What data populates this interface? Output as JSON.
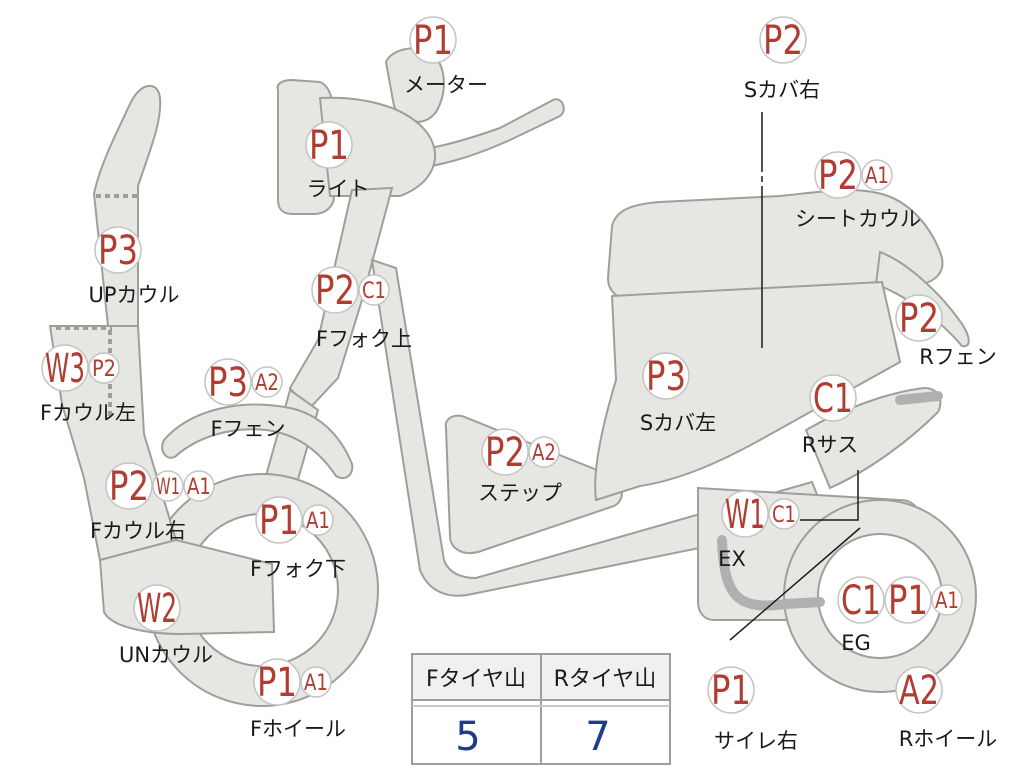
{
  "colors": {
    "part_fill": "#e6e6e2",
    "part_stroke": "#9e9e9a",
    "badge_text": "#b03c32",
    "badge_stroke": "#c4c4c4",
    "label_text": "#1a1a1a",
    "tire_value": "#1f3c8c",
    "exhaust": "#b0b0b0"
  },
  "parts": [
    {
      "label": "メーター",
      "badges": [
        "P1"
      ]
    },
    {
      "label": "ライト",
      "badges": [
        "P1"
      ]
    },
    {
      "label": "Sカバ右",
      "badges": [
        "P2"
      ]
    },
    {
      "label": "シートカウル",
      "badges": [
        "P2",
        "A1"
      ]
    },
    {
      "label": "UPカウル",
      "badges": [
        "P3"
      ]
    },
    {
      "label": "Fフォク上",
      "badges": [
        "P2",
        "C1"
      ]
    },
    {
      "label": "Rフェン",
      "badges": [
        "P2"
      ]
    },
    {
      "label": "Fカウル左",
      "badges": [
        "W3",
        "P2"
      ]
    },
    {
      "label": "Fフェン",
      "badges": [
        "P3",
        "A2"
      ]
    },
    {
      "label": "Sカバ左",
      "badges": [
        "P3"
      ]
    },
    {
      "label": "Rサス",
      "badges": [
        "C1"
      ]
    },
    {
      "label": "ステップ",
      "badges": [
        "P2",
        "A2"
      ]
    },
    {
      "label": "Fカウル右",
      "badges": [
        "P2",
        "W1",
        "A1"
      ]
    },
    {
      "label": "Fフォク下",
      "badges": [
        "P1",
        "A1"
      ]
    },
    {
      "label": "EX",
      "badges": [
        "W1",
        "C1"
      ]
    },
    {
      "label": "UNカウル",
      "badges": [
        "W2"
      ]
    },
    {
      "label": "EG",
      "badges": [
        "C1",
        "P1",
        "A1"
      ]
    },
    {
      "label": "Fホイール",
      "badges": [
        "P1",
        "A1"
      ]
    },
    {
      "label": "サイレ右",
      "badges": [
        "P1"
      ]
    },
    {
      "label": "Rホイール",
      "badges": [
        "A2"
      ]
    }
  ],
  "tire_table": {
    "headers": [
      "Fタイヤ山",
      "Rタイヤ山"
    ],
    "values": [
      "5",
      "7"
    ]
  }
}
